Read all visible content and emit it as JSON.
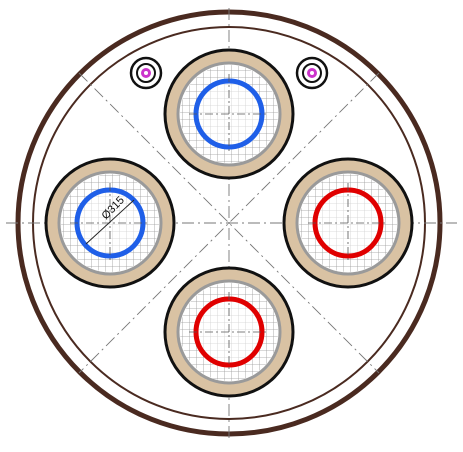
{
  "diagram": {
    "dimension_label": "Ø315",
    "colors": {
      "outer_ring": "#4a2a20",
      "insulation": "#d9c2a3",
      "pipe_outline": "#111111",
      "mesh": "#9a9a9a",
      "supply": "#e00000",
      "return": "#1f5fe8",
      "marker": "#cc33cc",
      "centerline": "#777777"
    },
    "pipes": [
      {
        "name": "pipe-top",
        "color": "return"
      },
      {
        "name": "pipe-left",
        "color": "return"
      },
      {
        "name": "pipe-right",
        "color": "supply"
      },
      {
        "name": "pipe-bottom",
        "color": "supply"
      }
    ],
    "markers": [
      {
        "name": "marker-left"
      },
      {
        "name": "marker-right"
      }
    ]
  }
}
